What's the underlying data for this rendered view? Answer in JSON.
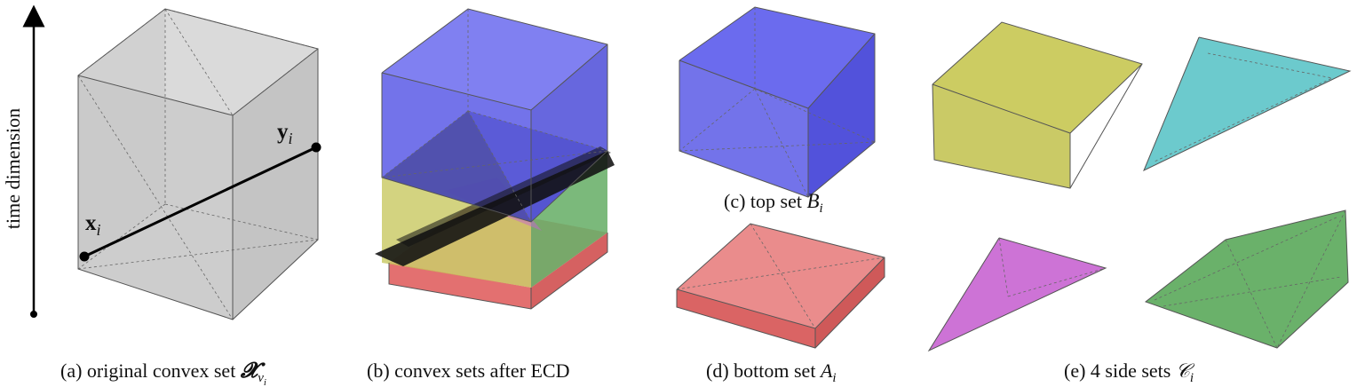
{
  "axis": {
    "label": "time dimension"
  },
  "panel_a": {
    "caption_main": "(a) original convex set ",
    "caption_sym": "𝓧",
    "caption_sub": "v",
    "caption_subsub": "i",
    "point_x_main": "x",
    "point_x_sub": "i",
    "point_y_main": "y",
    "point_y_sub": "i"
  },
  "panel_b": {
    "caption": "(b) convex sets after ECD"
  },
  "panel_c": {
    "caption_main": "(c) top set ",
    "caption_sym": "B",
    "caption_sub": "i"
  },
  "panel_d": {
    "caption_main": "(d) bottom set ",
    "caption_sym": "A",
    "caption_sub": "i"
  },
  "panel_e": {
    "caption_main": "(e) 4 side sets ",
    "caption_sym": "𝒞",
    "caption_sub": "i"
  },
  "colors": {
    "gray_fill": "#c8c8c8",
    "blue_fill": "#5a5ae6",
    "red_fill": "#e06060",
    "yellow_fill": "#c4c455",
    "cyan_fill": "#5cc4c8",
    "magenta_fill": "#c864d2",
    "green_fill": "#5aa85a",
    "black_band": "#111111"
  }
}
